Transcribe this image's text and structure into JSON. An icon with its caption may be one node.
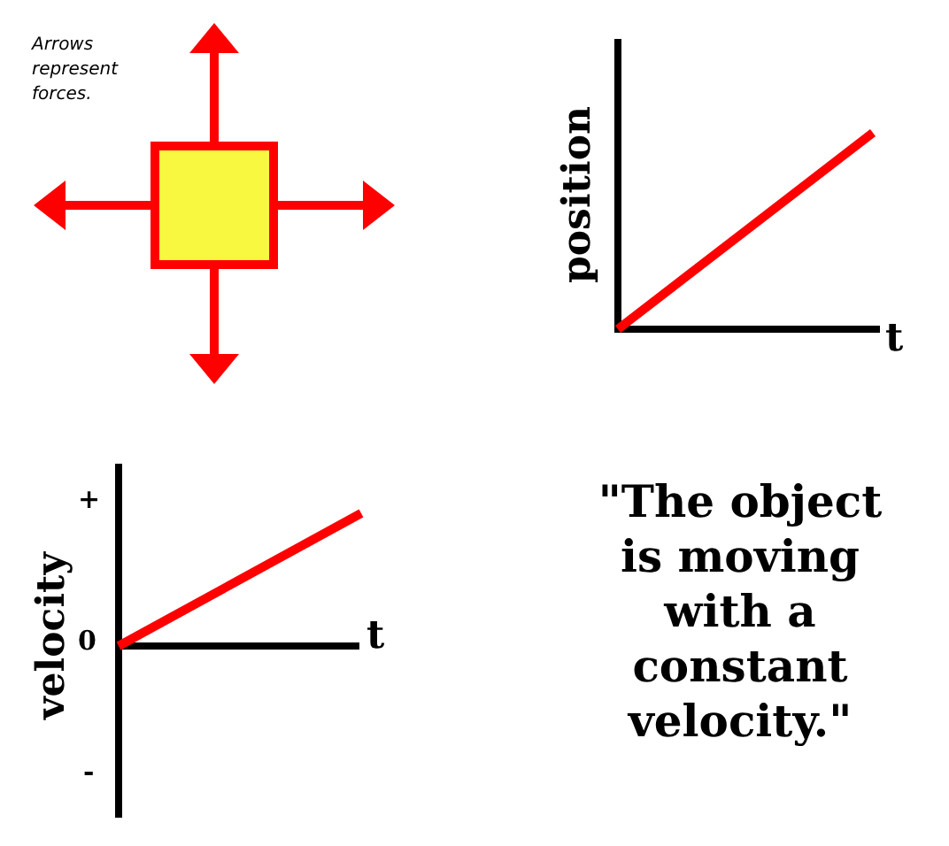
{
  "diagram": {
    "labels": [
      "Arrows represent forces.",
      "position",
      "t",
      "+",
      "velocity",
      "0",
      "t",
      "-",
      "\"The object is moving with a constant velocity.\""
    ]
  }
}
